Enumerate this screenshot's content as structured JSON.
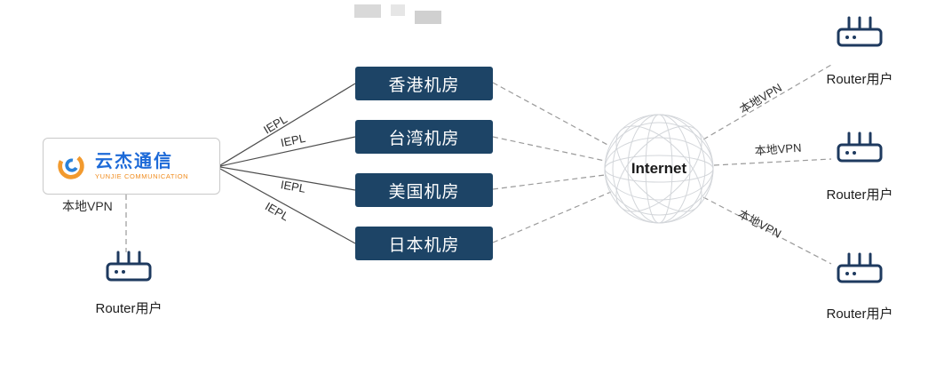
{
  "logo": {
    "name": "云杰通信",
    "subtitle": "YUNJIE COMMUNICATION"
  },
  "datacenters": [
    {
      "label": "香港机房"
    },
    {
      "label": "台湾机房"
    },
    {
      "label": "美国机房"
    },
    {
      "label": "日本机房"
    }
  ],
  "internet": {
    "label": "Internet"
  },
  "edges": {
    "iepl": "IEPL",
    "local_vpn": "本地VPN"
  },
  "router": {
    "label": "Router用户"
  },
  "colors": {
    "datacenter_bg": "#1d4466",
    "router_stroke": "#1e3a5f",
    "solid_line": "#4d4d4d",
    "dashed_line": "#9a9a9a",
    "logo_blue": "#1d6ad8",
    "logo_orange": "#f08c1e"
  }
}
